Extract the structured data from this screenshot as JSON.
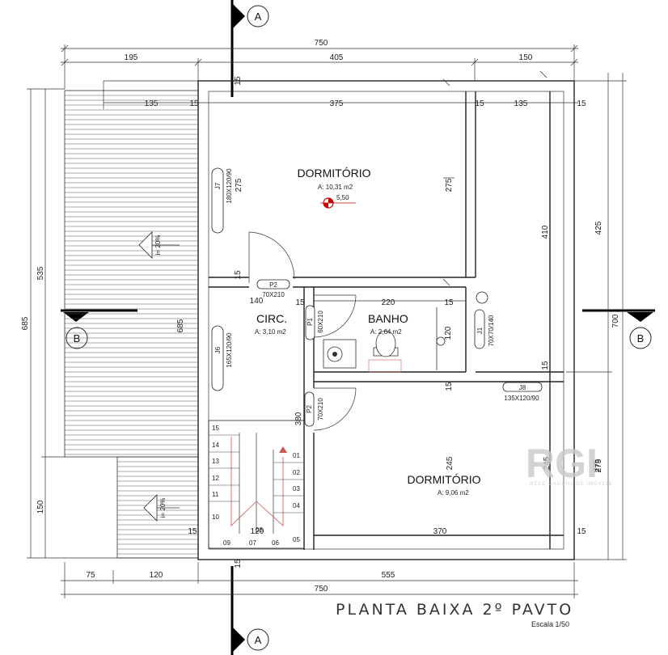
{
  "title": "PLANTA BAIXA 2º PAVTO",
  "scale": "Escala 1/50",
  "watermark": {
    "logo": "RGI",
    "tagline": "REDE GAÚCHA DE IMÓVEIS"
  },
  "section_markers": {
    "top": "A",
    "bottom": "A",
    "left": "B",
    "right": "B"
  },
  "rooms": {
    "dorm1": {
      "name": "DORMITÓRIO",
      "area": "A: 10,31 m2",
      "level": "5,50"
    },
    "circ": {
      "name": "CIRC.",
      "area": "A: 3,10 m2"
    },
    "banho": {
      "name": "BANHO",
      "area": "A: 2,64 m2"
    },
    "dorm2": {
      "name": "DORMITÓRIO",
      "area": "A: 9,06 m2"
    }
  },
  "slopes": {
    "roof_left": "i= 20%",
    "roof_low": "i= 20%"
  },
  "doors": {
    "p2_top": "P2",
    "p2_top_size": "70X210",
    "p2_mid": "P2",
    "p2_mid_size": "70X210",
    "p1": "P1",
    "p1_size": "60X210"
  },
  "windows": {
    "j7": "J7",
    "j7_size": "180X120/90",
    "j6": "J6",
    "j6_size": "165X120/90",
    "j1": "J1",
    "j1_size": "70X70/140",
    "j8": "J8",
    "j8_size": "135X120/90"
  },
  "stairs": [
    "01",
    "02",
    "03",
    "04",
    "05",
    "06",
    "07",
    "08",
    "09",
    "10",
    "11",
    "12",
    "13",
    "14",
    "15"
  ],
  "dims": {
    "top_total": "750",
    "top_a": "195",
    "top_b": "405",
    "top_c": "150",
    "row2_a": "135",
    "row2_b": "15",
    "row2_c": "375",
    "row2_d": "15",
    "row2_e": "135",
    "row2_f": "15",
    "top_wall": "15",
    "left_total": "685",
    "left_a": "535",
    "left_b": "150",
    "left_inner": "685",
    "right_total": "700",
    "right_a": "425",
    "right_b": "275",
    "dorm1_h_left": "275",
    "dorm1_h_right": "275",
    "right_col": "410",
    "wall_circ": "15",
    "circ_w": "140",
    "banho_w": "220",
    "banho_wall": "15",
    "banho_h": "120",
    "p_wall": "15",
    "p_wall2": "15",
    "circ_h": "380",
    "j8_wall": "15",
    "dorm2_h": "245",
    "dorm2_h_right": "245",
    "right_low": "275",
    "dorm2_w": "370",
    "bottom_wall_l": "15",
    "bottom_wall_r": "15",
    "stair_w": "120",
    "bot_total": "750",
    "bot_a": "75",
    "bot_b": "120",
    "bot_c": "555",
    "bot_wall": "15"
  }
}
